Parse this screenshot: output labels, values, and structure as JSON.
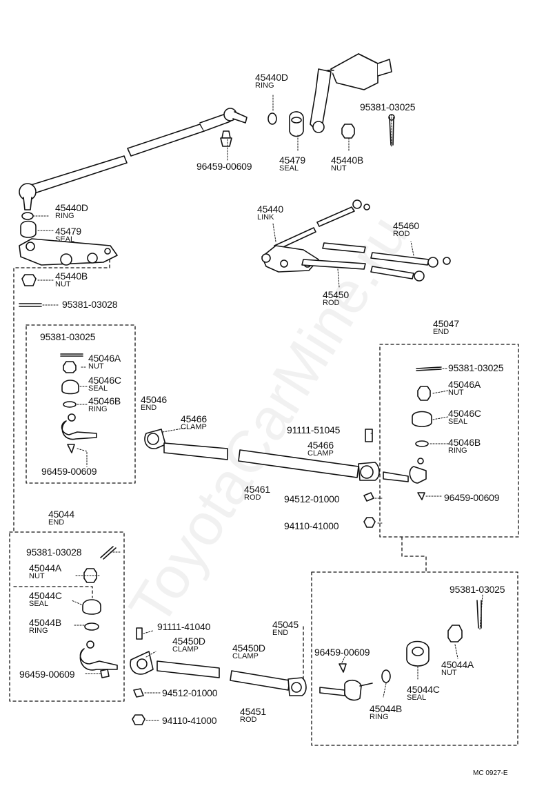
{
  "diagram_code": "MC 0927-E",
  "watermark": "ToyotaCarMine.ru",
  "labels": {
    "ring_top": {
      "part": "45440D",
      "name": "RING"
    },
    "cotter_top": {
      "part": "95381-03025"
    },
    "seal_top": {
      "part": "45479",
      "name": "SEAL"
    },
    "nut_top": {
      "part": "45440B",
      "name": "NUT"
    },
    "fitting_top": {
      "part": "96459-00609"
    },
    "ring_left": {
      "part": "45440D",
      "name": "RING"
    },
    "seal_left": {
      "part": "45479",
      "name": "SEAL"
    },
    "nut_left": {
      "part": "45440B",
      "name": "NUT"
    },
    "cotter_left": {
      "part": "95381-03028"
    },
    "link": {
      "part": "45440",
      "name": "LINK"
    },
    "rod_45460": {
      "part": "45460",
      "name": "ROD"
    },
    "rod_45450": {
      "part": "45450",
      "name": "ROD"
    },
    "end_45047": {
      "part": "45047",
      "name": "END"
    },
    "b1_cotter": {
      "part": "95381-03025"
    },
    "b1_nut": {
      "part": "45046A",
      "name": "NUT"
    },
    "b1_seal": {
      "part": "45046C",
      "name": "SEAL"
    },
    "b1_ring": {
      "part": "45046B",
      "name": "RING"
    },
    "b1_fitting": {
      "part": "96459-00609"
    },
    "end_45046": {
      "part": "45046",
      "name": "END"
    },
    "clamp_45466_l": {
      "part": "45466",
      "name": "CLAMP"
    },
    "bolt_91111_51045": {
      "part": "91111-51045"
    },
    "clamp_45466_r": {
      "part": "45466",
      "name": "CLAMP"
    },
    "rod_45461": {
      "part": "45461",
      "name": "ROD"
    },
    "washer_94512_a": {
      "part": "94512-01000"
    },
    "nut_94110_a": {
      "part": "94110-41000"
    },
    "b2_cotter": {
      "part": "95381-03025"
    },
    "b2_nut": {
      "part": "45046A",
      "name": "NUT"
    },
    "b2_seal": {
      "part": "45046C",
      "name": "SEAL"
    },
    "b2_ring": {
      "part": "45046B",
      "name": "RING"
    },
    "b2_fitting": {
      "part": "96459-00609"
    },
    "end_45044": {
      "part": "45044",
      "name": "END"
    },
    "b3_cotter": {
      "part": "95381-03028"
    },
    "b3_nut": {
      "part": "45044A",
      "name": "NUT"
    },
    "b3_seal": {
      "part": "45044C",
      "name": "SEAL"
    },
    "b3_ring": {
      "part": "45044B",
      "name": "RING"
    },
    "b3_fitting": {
      "part": "96459-00609"
    },
    "bolt_91111_41040": {
      "part": "91111-41040"
    },
    "clamp_45450D_l": {
      "part": "45450D",
      "name": "CLAMP"
    },
    "washer_94512_b": {
      "part": "94512-01000"
    },
    "nut_94110_b": {
      "part": "94110-41000"
    },
    "clamp_45450D_r": {
      "part": "45450D",
      "name": "CLAMP"
    },
    "rod_45451": {
      "part": "45451",
      "name": "ROD"
    },
    "end_45045": {
      "part": "45045",
      "name": "END"
    },
    "b4_fitting": {
      "part": "96459-00609"
    },
    "b4_cotter": {
      "part": "95381-03025"
    },
    "b4_nut": {
      "part": "45044A",
      "name": "NUT"
    },
    "b4_seal": {
      "part": "45044C",
      "name": "SEAL"
    },
    "b4_ring": {
      "part": "45044B",
      "name": "RING"
    }
  }
}
